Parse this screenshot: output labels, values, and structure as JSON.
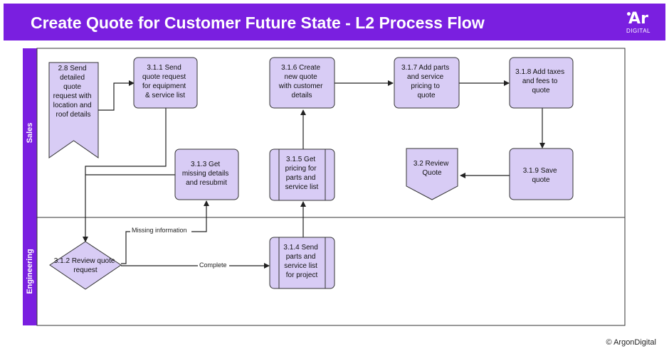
{
  "header": {
    "title": "Create Quote for Customer Future State - L2 Process Flow",
    "logo_text": "Ar",
    "logo_subtext": "DIGITAL",
    "background_color": "#7a1fe0"
  },
  "lanes": [
    {
      "label": "Sales"
    },
    {
      "label": "Engineering"
    }
  ],
  "nodes": [
    {
      "id": "2.8",
      "lines": [
        "2.8 Send",
        "detailed",
        "quote",
        "request with",
        "location and",
        "roof details"
      ]
    },
    {
      "id": "3.1.1",
      "lines": [
        "3.1.1 Send",
        "quote request",
        "for equipment",
        "& service list"
      ]
    },
    {
      "id": "3.1.6",
      "lines": [
        "3.1.6 Create",
        "new quote",
        "with customer",
        "details"
      ]
    },
    {
      "id": "3.1.7",
      "lines": [
        "3.1.7 Add parts",
        "and service",
        "pricing to",
        "quote"
      ]
    },
    {
      "id": "3.1.8",
      "lines": [
        "3.1.8 Add taxes",
        "and fees to",
        "quote"
      ]
    },
    {
      "id": "3.1.3",
      "lines": [
        "3.1.3 Get",
        "missing details",
        "and resubmit"
      ]
    },
    {
      "id": "3.1.5",
      "lines": [
        "3.1.5 Get",
        "pricing for",
        "parts and",
        "service list"
      ]
    },
    {
      "id": "3.2",
      "lines": [
        "3.2 Review",
        "Quote"
      ]
    },
    {
      "id": "3.1.9",
      "lines": [
        "3.1.9 Save",
        "quote"
      ]
    },
    {
      "id": "3.1.2",
      "lines": [
        "3.1.2 Review quote",
        "request"
      ]
    },
    {
      "id": "3.1.4",
      "lines": [
        "3.1.4 Send",
        "parts and",
        "service list",
        "for project"
      ]
    }
  ],
  "edge_labels": {
    "missing": "Missing information",
    "complete": "Complete"
  },
  "colors": {
    "node_fill": "#d8ccf5",
    "node_stroke": "#333333",
    "lane_label": "#7a1fe0"
  },
  "footer": {
    "copyright": "© ArgonDigital"
  }
}
